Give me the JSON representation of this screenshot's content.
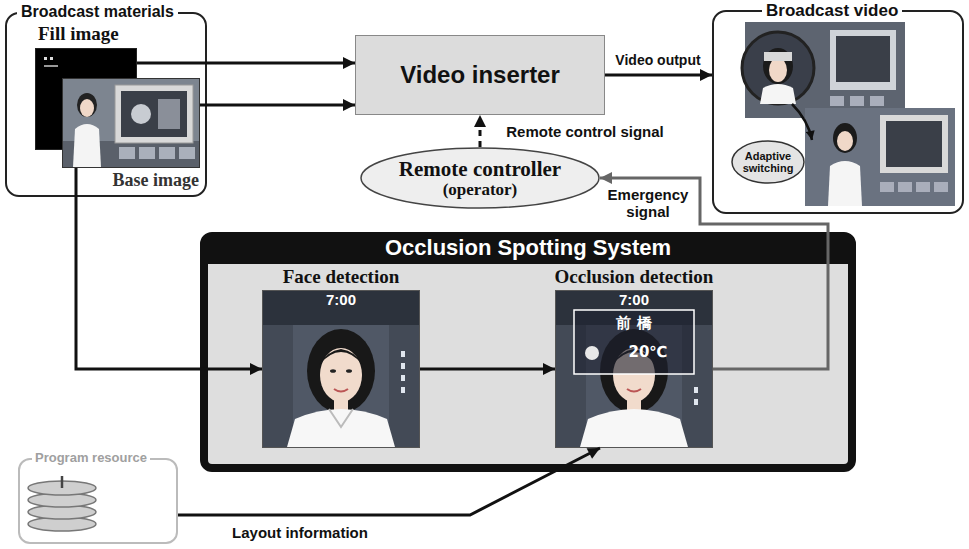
{
  "diagram": {
    "nodes": [
      {
        "text": [
          "Broadcast materials"
        ]
      },
      {
        "text": [
          "Fill image"
        ],
        "in": 0
      },
      {
        "text": [
          "Base image"
        ],
        "in": 0
      },
      {
        "text": [
          "Video inserter"
        ]
      },
      {
        "text": [
          "Broadcast video"
        ]
      },
      {
        "text": [
          "Adaptive switching"
        ],
        "in": 4
      },
      {
        "text": [
          "Remote controller",
          "(operator)"
        ]
      },
      {
        "text": [
          "Occlusion Spotting System"
        ]
      },
      {
        "text": [
          "Face detection"
        ],
        "in": 7
      },
      {
        "text": [
          "Occlusion detection"
        ],
        "in": 7
      },
      {
        "text": [
          "Program resource"
        ]
      }
    ],
    "edges": [
      {
        "from": 1,
        "to": 3,
        "arrow": "to"
      },
      {
        "from": 2,
        "to": 3,
        "arrow": "to"
      },
      {
        "from": 3,
        "to": 4,
        "label": "Video output",
        "arrow": "to"
      },
      {
        "from": 6,
        "to": 3,
        "label": "Remote control signal",
        "arrow": "to"
      },
      {
        "from": 2,
        "to": 8,
        "arrow": "to"
      },
      {
        "from": 8,
        "to": 9,
        "arrow": "to"
      },
      {
        "from": 9,
        "to": 6,
        "label": "Emergency signal",
        "arrow": "to"
      },
      {
        "from": 10,
        "to": 9,
        "label": "Layout information",
        "arrow": "to"
      }
    ],
    "labels": [
      "7:00",
      "7:00",
      "前 橋",
      "20℃"
    ]
  }
}
